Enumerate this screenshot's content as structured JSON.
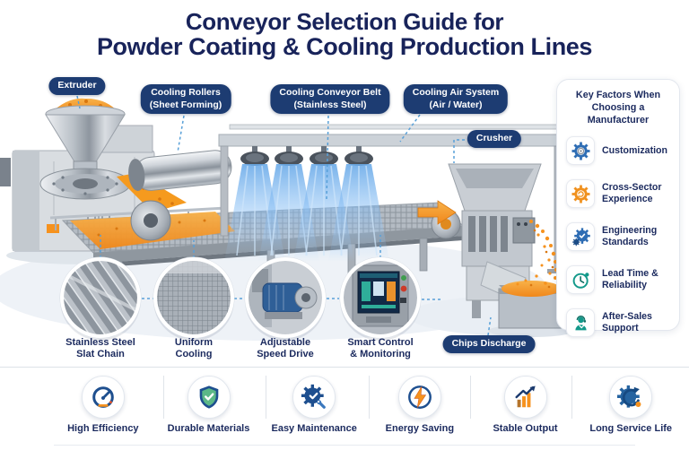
{
  "title": {
    "line1": "Conveyor Selection Guide for",
    "line2": "Powder Coating & Cooling Production Lines"
  },
  "colors": {
    "navy_text": "#1b2a5e",
    "pill_navy": "#1d3c72",
    "orange": "#f6921e",
    "blue": "#2e6db4",
    "teal": "#13998a",
    "dashed_blue": "#58a0d8"
  },
  "machine_labels": {
    "extruder": "Extruder",
    "cooling_rollers": "Cooling Rollers\n(Sheet Forming)",
    "cooling_conveyor": "Cooling Conveyor Belt\n(Stainless Steel)",
    "cooling_air": "Cooling Air System\n(Air / Water)",
    "crusher": "Crusher",
    "chips_discharge": "Chips Discharge"
  },
  "inset_features": [
    {
      "icon": "slat-chain-photo",
      "label": "Stainless Steel\nSlat Chain"
    },
    {
      "icon": "mesh-belt-photo",
      "label": "Uniform\nCooling"
    },
    {
      "icon": "drive-motor-photo",
      "label": "Adjustable\nSpeed Drive"
    },
    {
      "icon": "control-panel-photo",
      "label": "Smart Control\n& Monitoring"
    }
  ],
  "sidebar": {
    "title": "Key Factors When\nChoosing a Manufacturer",
    "items": [
      {
        "icon": "customization-gears-icon",
        "label": "Customization"
      },
      {
        "icon": "cross-sector-gear-icon",
        "label": "Cross-Sector\nExperience"
      },
      {
        "icon": "engineering-gear-check-icon",
        "label": "Engineering\nStandards"
      },
      {
        "icon": "lead-time-clock-icon",
        "label": "Lead Time &\nReliability"
      },
      {
        "icon": "after-sales-support-icon",
        "label": "After-Sales\nSupport"
      }
    ]
  },
  "bottom_features": [
    {
      "icon": "speedometer-icon",
      "label": "High Efficiency"
    },
    {
      "icon": "shield-check-icon",
      "label": "Durable Materials"
    },
    {
      "icon": "gear-wrench-icon",
      "label": "Easy Maintenance"
    },
    {
      "icon": "lightning-bolt-icon",
      "label": "Energy Saving"
    },
    {
      "icon": "growth-chart-icon",
      "label": "Stable Output"
    },
    {
      "icon": "gear-cycle-icon",
      "label": "Long Service Life"
    }
  ]
}
